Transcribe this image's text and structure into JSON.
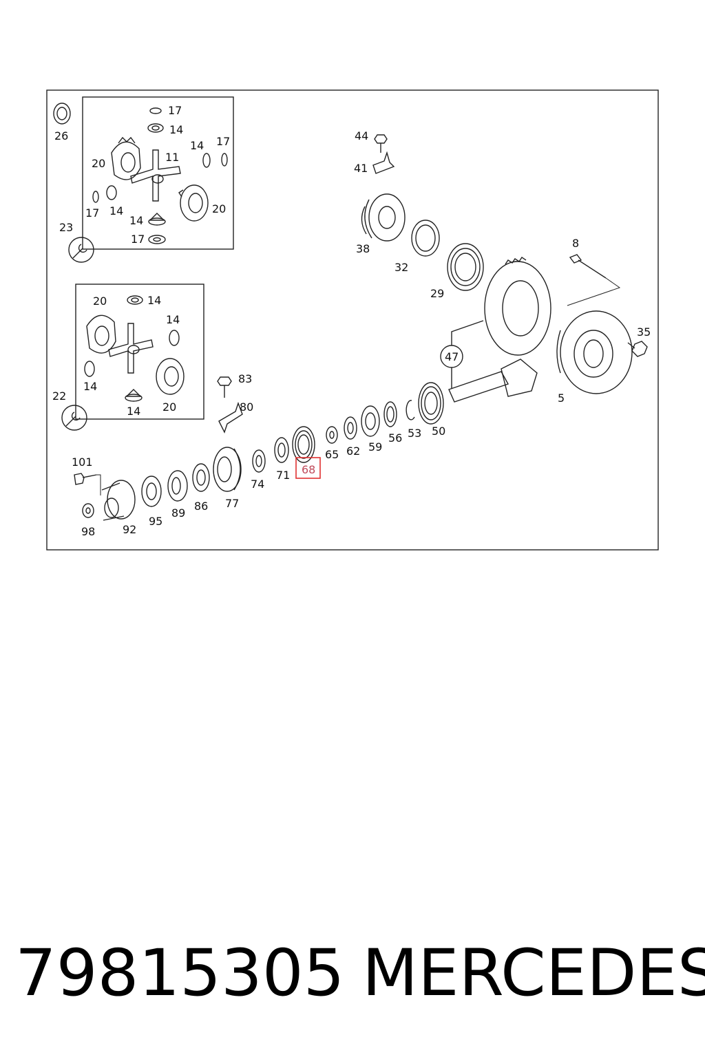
{
  "labels": {
    "l26": "26",
    "l17a": "17",
    "l14a": "14",
    "l14b": "14",
    "l17b": "17",
    "l20a": "20",
    "l11": "11",
    "l17c": "17",
    "l14c": "14",
    "l20b": "20",
    "l14d": "14",
    "l17d": "17",
    "l23": "23",
    "l20c": "20",
    "l14e": "14",
    "l14f": "14",
    "l14g": "14",
    "l14h": "14",
    "l20d": "20",
    "l22": "22",
    "l44": "44",
    "l41": "41",
    "l38": "38",
    "l32": "32",
    "l29": "29",
    "l8": "8",
    "l35": "35",
    "l47": "47",
    "l5": "5",
    "l83": "83",
    "l80": "80",
    "l50": "50",
    "l53": "53",
    "l56": "56",
    "l59": "59",
    "l62": "62",
    "l65": "65",
    "l68": "68",
    "l71": "71",
    "l74": "74",
    "l77": "77",
    "l86": "86",
    "l89": "89",
    "l95": "95",
    "l92": "92",
    "l98": "98",
    "l101": "101"
  },
  "highlight_color": "#e03030",
  "footer": {
    "part_number": "79815305",
    "brand": "MERCEDES"
  }
}
